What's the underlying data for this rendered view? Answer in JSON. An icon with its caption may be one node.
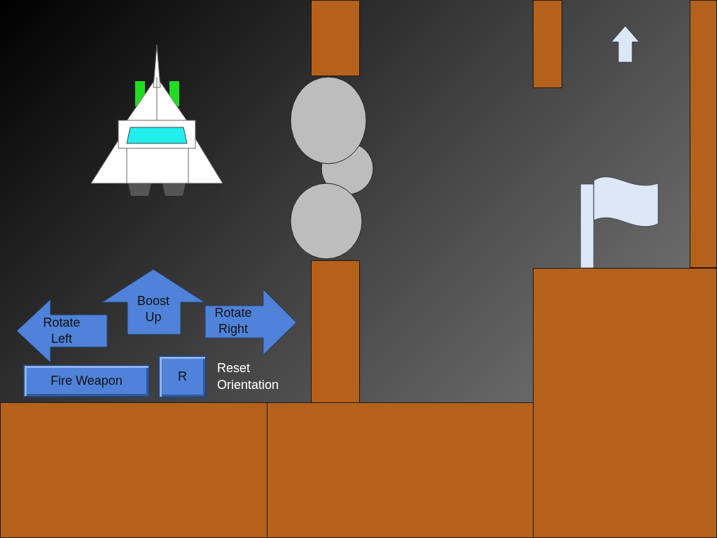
{
  "diagram": {
    "nodes": [
      {
        "text": [
          "Boost Up"
        ]
      },
      {
        "text": [
          "Rotate Left"
        ]
      },
      {
        "text": [
          "Rotate Right"
        ]
      },
      {
        "text": [
          "Fire Weapon"
        ]
      },
      {
        "text": [
          "R"
        ]
      }
    ],
    "labels": [
      "Reset Orientation"
    ]
  }
}
